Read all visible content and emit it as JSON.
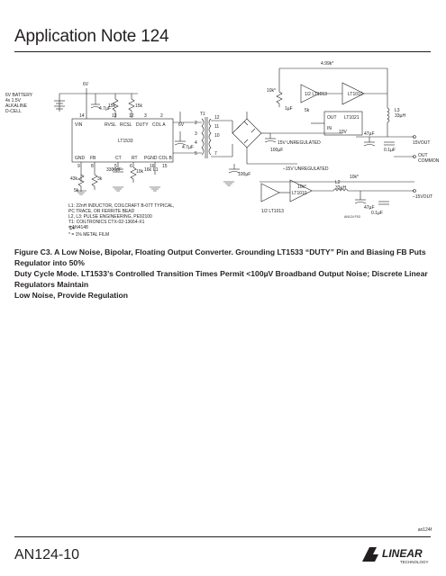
{
  "header": {
    "title": "Application Note 124"
  },
  "figure": {
    "caption_line1": "Figure C3. A Low Noise, Bipolar, Floating Output Converter. Grounding LT1533 “DUTY” Pin and Biasing FB Puts Regulator into 50%",
    "caption_line2": "Duty Cycle Mode. LT1533’s Controlled Transition Times Permit <100µV Broadband Output Noise; Discrete Linear Regulators Maintain",
    "caption_line3": "Low Noise, Provide Regulation",
    "labels": {
      "battery1": "6V BATTERY",
      "battery2": "4x 1.5V",
      "battery3": "ALKALINE",
      "battery4": "D-CELL",
      "v6a": "6V",
      "cap47a": "4.7µF",
      "r15k_a": "15k",
      "r15k_b": "15k",
      "pin14": "14",
      "pin13": "13",
      "pin12": "12",
      "pin3": "3",
      "pin2": "2",
      "vin": "VIN",
      "rvsl": "RVSL",
      "rcsl": "RCSL",
      "duty": "DUTY",
      "cola": "COL A",
      "chip": "LT1533",
      "gnd": "GND",
      "fb": "FB",
      "ct": "CT",
      "rt": "RT",
      "pgnd": "PGND",
      "colb": "COL B",
      "p9": "9",
      "p8": "8",
      "p5": "5",
      "p6": "6",
      "p16": "16",
      "p15": "15",
      "r43k": "43k",
      "r5k": "5k",
      "r3k": "3k",
      "c3300": "3300pF",
      "r10k_a": "10k",
      "r16k": "16k",
      "l1": "L1",
      "v6b": "6V",
      "cap47b": "4.7µF",
      "t1": "T1",
      "tp2": "2",
      "tp3": "3",
      "tp4": "4",
      "tp5": "5",
      "tp7": "7",
      "tp10": "10",
      "tp11": "11",
      "tp12": "12",
      "r496": "4.99k*",
      "r10k_star": "10k*",
      "c1uf": "1µF",
      "r5k_b": "5k",
      "lt1013a": "1/2 LT1013",
      "lt1010a": "LT1010",
      "lt1021": "LT1021",
      "out": "OUT",
      "in": "IN",
      "v10": "10V",
      "cap47c": "47µF",
      "l3": "L3",
      "l3val": "33µH",
      "vout_pos": "15VOUT",
      "c01a": "0.1µF",
      "out_common1": "OUT",
      "out_common2": "COMMON",
      "unreg_pos": "15V UNREGULATED",
      "unreg_neg": "–15V UNREGULATED",
      "c100a": "100µF",
      "c100b": "100µF",
      "r10k_b": "10k*",
      "r10k_c": "10k*",
      "lt1013b": "1/2 LT1013",
      "lt1010b": "LT1010",
      "l2": "L2",
      "l2val": "33µH",
      "cap47d": "47µF",
      "vout_neg": "–15VOUT",
      "c01b": "0.1µF",
      "note1": "L1: 22nH INDUCTOR, COILCRAFT B-07T TYPICAL,",
      "note2": "    PC TRACE, OR FERRITE BEAD",
      "note3": "L2, L3: PULSE ENGINEERING, PE92100",
      "note4": "T1: COILTRONICS CTX-02-13664-X1",
      "note5": "     = 1N4148",
      "note6": "* = 1% METAL FILM",
      "drawing_code": "AN124 F03"
    }
  },
  "footer": {
    "corner_code": "an124f",
    "page_number": "AN124-10",
    "logo_text": "LINEAR",
    "logo_sub": "TECHNOLOGY"
  }
}
